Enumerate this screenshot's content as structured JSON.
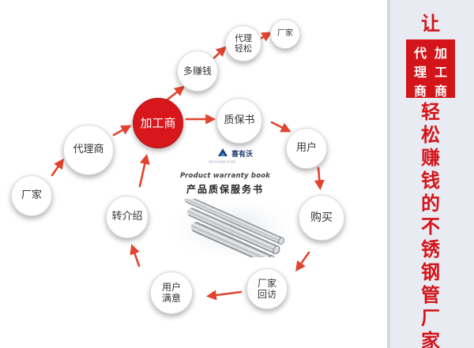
{
  "nodes": {
    "changjia_start": {
      "lines": [
        "厂家"
      ]
    },
    "dailishang": {
      "lines": [
        "代理商"
      ]
    },
    "jiagongshang": {
      "lines": [
        "加工商"
      ]
    },
    "duozhuanqian": {
      "lines": [
        "多赚钱"
      ]
    },
    "daili_qingsong": {
      "lines": [
        "代理",
        "轻松"
      ]
    },
    "changjia_top": {
      "lines": [
        "厂家"
      ]
    },
    "zhibaoshu": {
      "lines": [
        "质保书"
      ]
    },
    "yonghu": {
      "lines": [
        "用户"
      ]
    },
    "goumai": {
      "lines": [
        "购买"
      ]
    },
    "changjia_huifang": {
      "lines": [
        "厂家",
        "回访"
      ]
    },
    "yonghu_manyi": {
      "lines": [
        "用户",
        "满意"
      ]
    },
    "zhuanjieshao": {
      "lines": [
        "转介绍"
      ]
    }
  },
  "center": {
    "brand_name": "喜有沃",
    "brand_tagline": "喜有沃管业有限公司·品牌",
    "title_en": "Product warranty book",
    "title_cn": "产品质保服务书"
  },
  "side_panel": {
    "top_text": [
      "让"
    ],
    "box_text": [
      "代",
      "加",
      "理",
      "工",
      "商",
      "商"
    ],
    "bottom_text": [
      "轻",
      "松",
      "赚",
      "钱",
      "的",
      "不",
      "锈",
      "钢",
      "管",
      "厂",
      "家"
    ]
  },
  "colors": {
    "accent_red": "#d8171c",
    "arrow_red": "#e2432f",
    "panel_bg": "#e9ebf2"
  }
}
